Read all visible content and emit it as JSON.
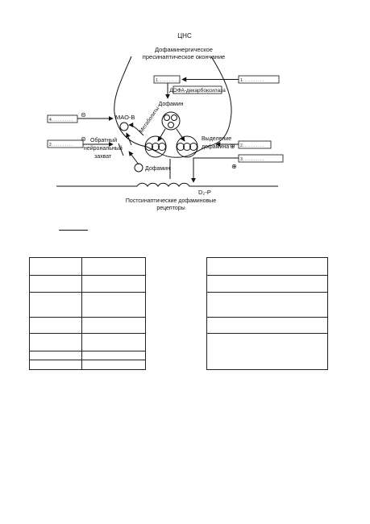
{
  "diagram": {
    "cns_label": "ЦНС",
    "presynaptic_label_line1": "Дофаминергическое",
    "presynaptic_label_line2": "пресинаптическое окончание",
    "decarboxylase_label": "ДОФА-декарбоксилаза",
    "dopamine_top_label": "Дофамин",
    "mao_label": "МАО-В",
    "metabolites_label": "Метаболиты",
    "reuptake_line1": "Обратный",
    "reuptake_line2": "нейрональный",
    "reuptake_line3": "захват",
    "release_line1": "Выделение",
    "release_line2": "дофамина",
    "dopamine_bottom_label": "Дофамин",
    "receptor_label": "D₂-Р",
    "postsynaptic_line1": "Постсинаптические дофаминовые",
    "postsynaptic_line2": "рецепторы",
    "minus_sign": "⊝",
    "plus_sign": "⊕",
    "blank_1a": "1. . . . . . . . . .",
    "blank_1b": "1. . . . . . . . . .",
    "blank_2a": "2. . . . . . . . . .",
    "blank_2b": "2. . . . . . . . . .",
    "blank_3": "3. . . . . . . . . .",
    "blank_4": "4. . . . . . . . . ."
  },
  "tables": {
    "left_rows": 7,
    "right_rows": 5
  }
}
